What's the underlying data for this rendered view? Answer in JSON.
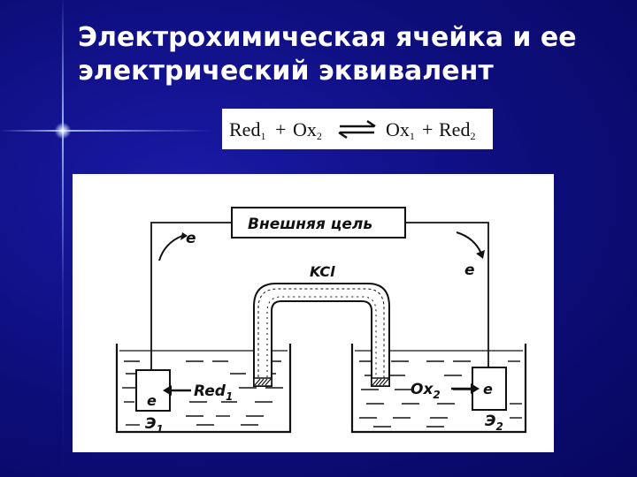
{
  "slide": {
    "title_line1": "Электрохимическая ячейка и ее",
    "title_line2": "электрический эквивалент"
  },
  "equation": {
    "left_term1": "Red",
    "left_sub1": "1",
    "left_plus": "+",
    "left_term2": "Ox",
    "left_sub2": "2",
    "right_term1": "Ox",
    "right_sub1": "1",
    "right_plus": "+",
    "right_term2": "Red",
    "right_sub2": "2"
  },
  "diagram": {
    "external_circuit_label": "Внешняя цель",
    "electron_left": "e",
    "electron_right": "e",
    "salt_bridge_label": "KCl",
    "left_electrode_e": "e",
    "left_species": "Red",
    "left_species_sub": "1",
    "left_electrode_name": "Э",
    "left_electrode_sub": "1",
    "right_species": "Ox",
    "right_species_sub": "2",
    "right_electrode_e": "e",
    "right_electrode_name": "Э",
    "right_electrode_sub": "2"
  }
}
